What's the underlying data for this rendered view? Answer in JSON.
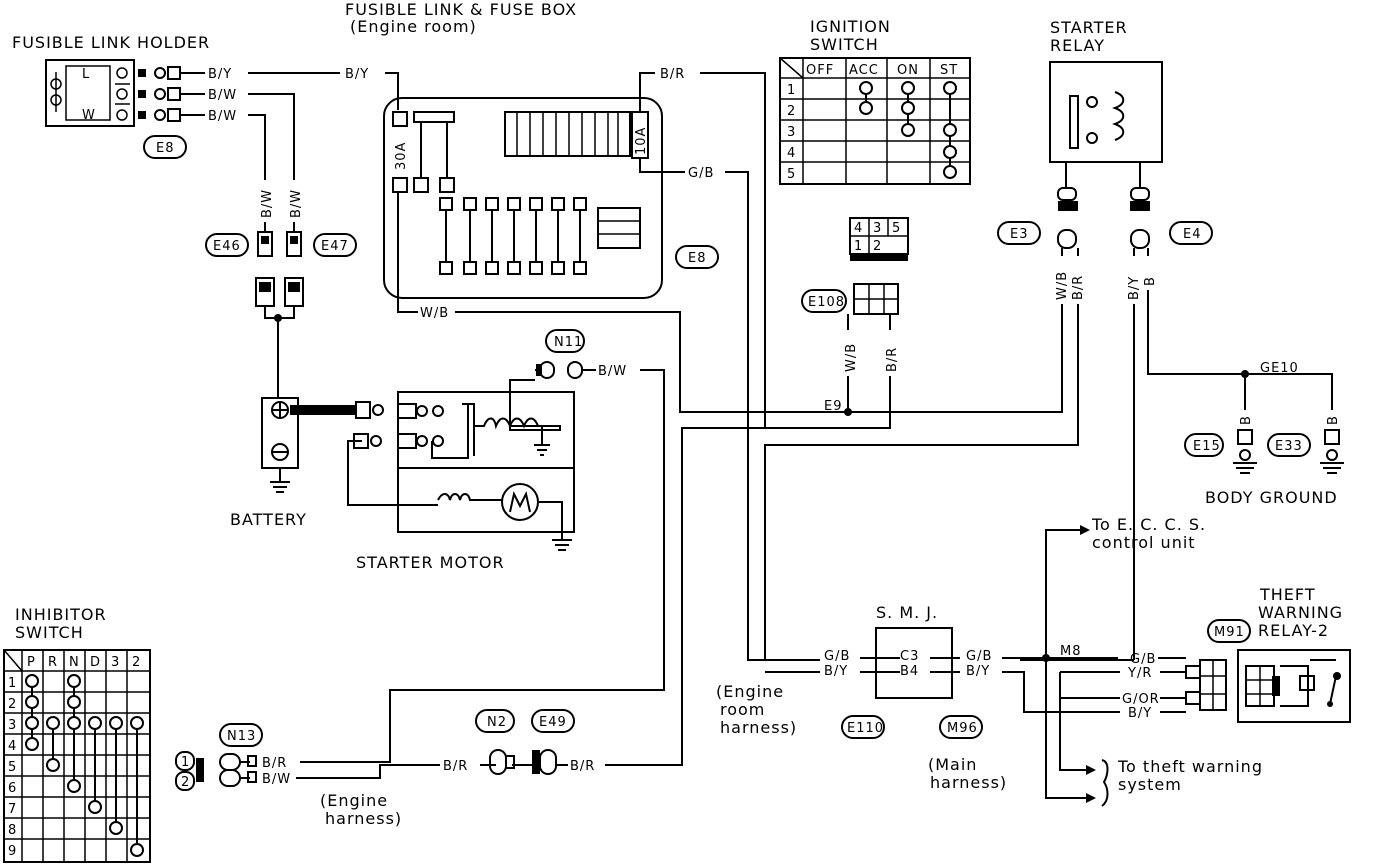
{
  "labels": {
    "fusible_link_holder": "FUSIBLE LINK HOLDER",
    "fuse_box_title": "FUSIBLE LINK & FUSE BOX",
    "fuse_box_sub": "(Engine room)",
    "ignition_switch_1": "IGNITION",
    "ignition_switch_2": "SWITCH",
    "starter_relay_1": "STARTER",
    "starter_relay_2": "RELAY",
    "battery": "BATTERY",
    "starter_motor": "STARTER MOTOR",
    "body_ground": "BODY GROUND",
    "inhibitor_1": "INHIBITOR",
    "inhibitor_2": "SWITCH",
    "smj": "S. M. J.",
    "theft_1": "THEFT",
    "theft_2": "WARNING",
    "theft_3": "RELAY-2",
    "eccs_1": "To E. C. C. S.",
    "eccs_2": "control unit",
    "theft_sys_1": "To theft warning",
    "theft_sys_2": "system",
    "engine_room_harness_1": "(Engine",
    "engine_room_harness_2": "room",
    "engine_room_harness_3": "harness)",
    "main_harness_1": "(Main",
    "main_harness_2": "harness)",
    "engine_harness_1": "(Engine",
    "engine_harness_2": "harness)",
    "fuse_30a": "30A",
    "fuse_10a": "10A",
    "holder_l": "L",
    "holder_w": "W",
    "smj_c3": "C3",
    "smj_b4": "B4"
  },
  "connectors": {
    "e8_a": "E8",
    "e8_b": "E8",
    "e46": "E46",
    "e47": "E47",
    "e3": "E3",
    "e4": "E4",
    "e108": "E108",
    "n11": "N11",
    "e15": "E15",
    "e33": "E33",
    "m91": "M91",
    "n13": "N13",
    "n2": "N2",
    "e49": "E49",
    "e110": "E110",
    "m96": "M96",
    "e9": "E9",
    "ge10": "GE10",
    "m8": "M8"
  },
  "wires": {
    "by": "B/Y",
    "bw": "B/W",
    "br": "B/R",
    "gb": "G/B",
    "wb": "W/B",
    "b": "B",
    "yr": "Y/R",
    "gor": "G/OR"
  },
  "ignition_table": {
    "headers": [
      "OFF",
      "ACC",
      "ON",
      "ST"
    ],
    "rows": [
      "1",
      "2",
      "3",
      "4",
      "5"
    ]
  },
  "e108_grid": {
    "top": [
      "4",
      "3",
      "5"
    ],
    "bottom": [
      "1",
      "2",
      ""
    ]
  },
  "inhibitor_table": {
    "headers": [
      "P",
      "R",
      "N",
      "D",
      "3",
      "2"
    ],
    "rows": [
      "1",
      "2",
      "3",
      "4",
      "5",
      "6",
      "7",
      "8",
      "9"
    ]
  },
  "inhibitor_pins": {
    "pin1": "1",
    "pin2": "2"
  }
}
